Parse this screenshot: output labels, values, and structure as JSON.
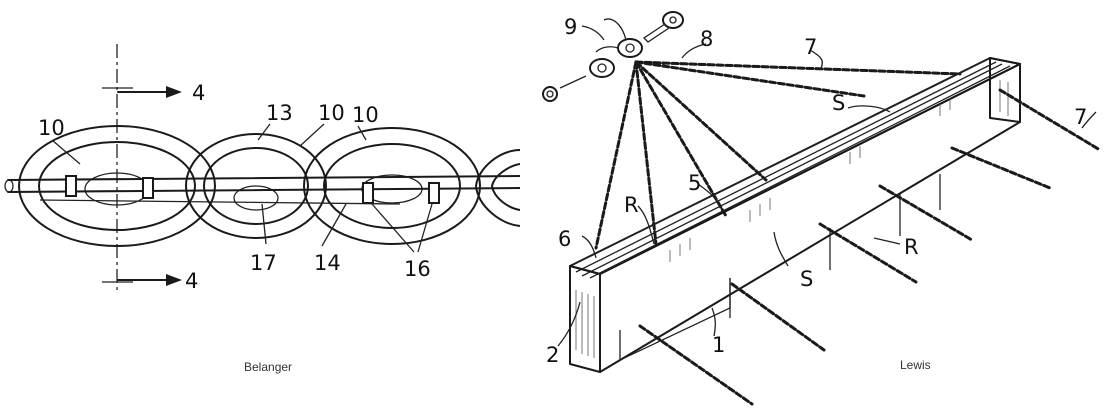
{
  "belanger": {
    "caption": "Belanger",
    "labels": {
      "ref_10a": "10",
      "ref_13": "13",
      "ref_10b": "10",
      "ref_10c": "10",
      "ref_4_top": "4",
      "ref_4_bottom": "4",
      "ref_17": "17",
      "ref_14": "14",
      "ref_16": "16"
    }
  },
  "lewis": {
    "caption": "Lewis",
    "labels": {
      "ref_9": "9",
      "ref_8": "8",
      "ref_7a": "7",
      "ref_7b": "7",
      "ref_S_top": "S",
      "ref_S_bottom": "S",
      "ref_5": "5",
      "ref_R_left": "R",
      "ref_R_right": "R",
      "ref_6": "6",
      "ref_2": "2",
      "ref_1": "1"
    }
  }
}
